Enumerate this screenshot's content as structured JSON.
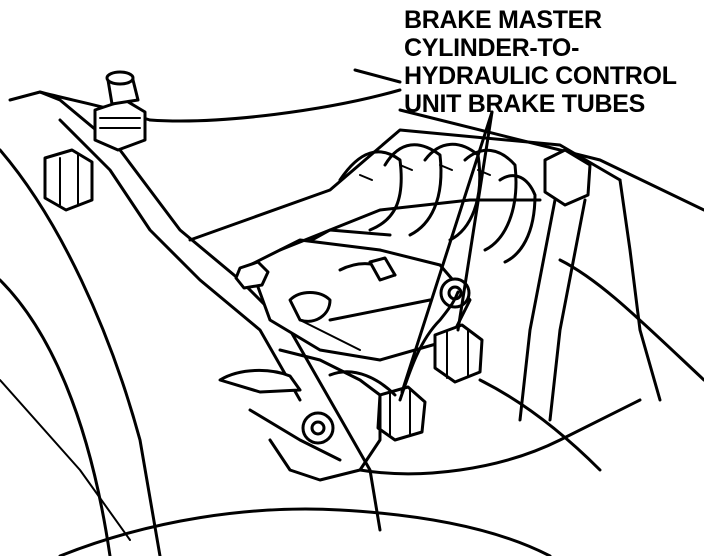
{
  "callout": {
    "lines": [
      "BRAKE MASTER",
      "CYLINDER-TO-",
      "HYDRAULIC CONTROL",
      "UNIT BRAKE TUBES"
    ]
  },
  "colors": {
    "ink": "#000000",
    "paper": "#ffffff"
  }
}
